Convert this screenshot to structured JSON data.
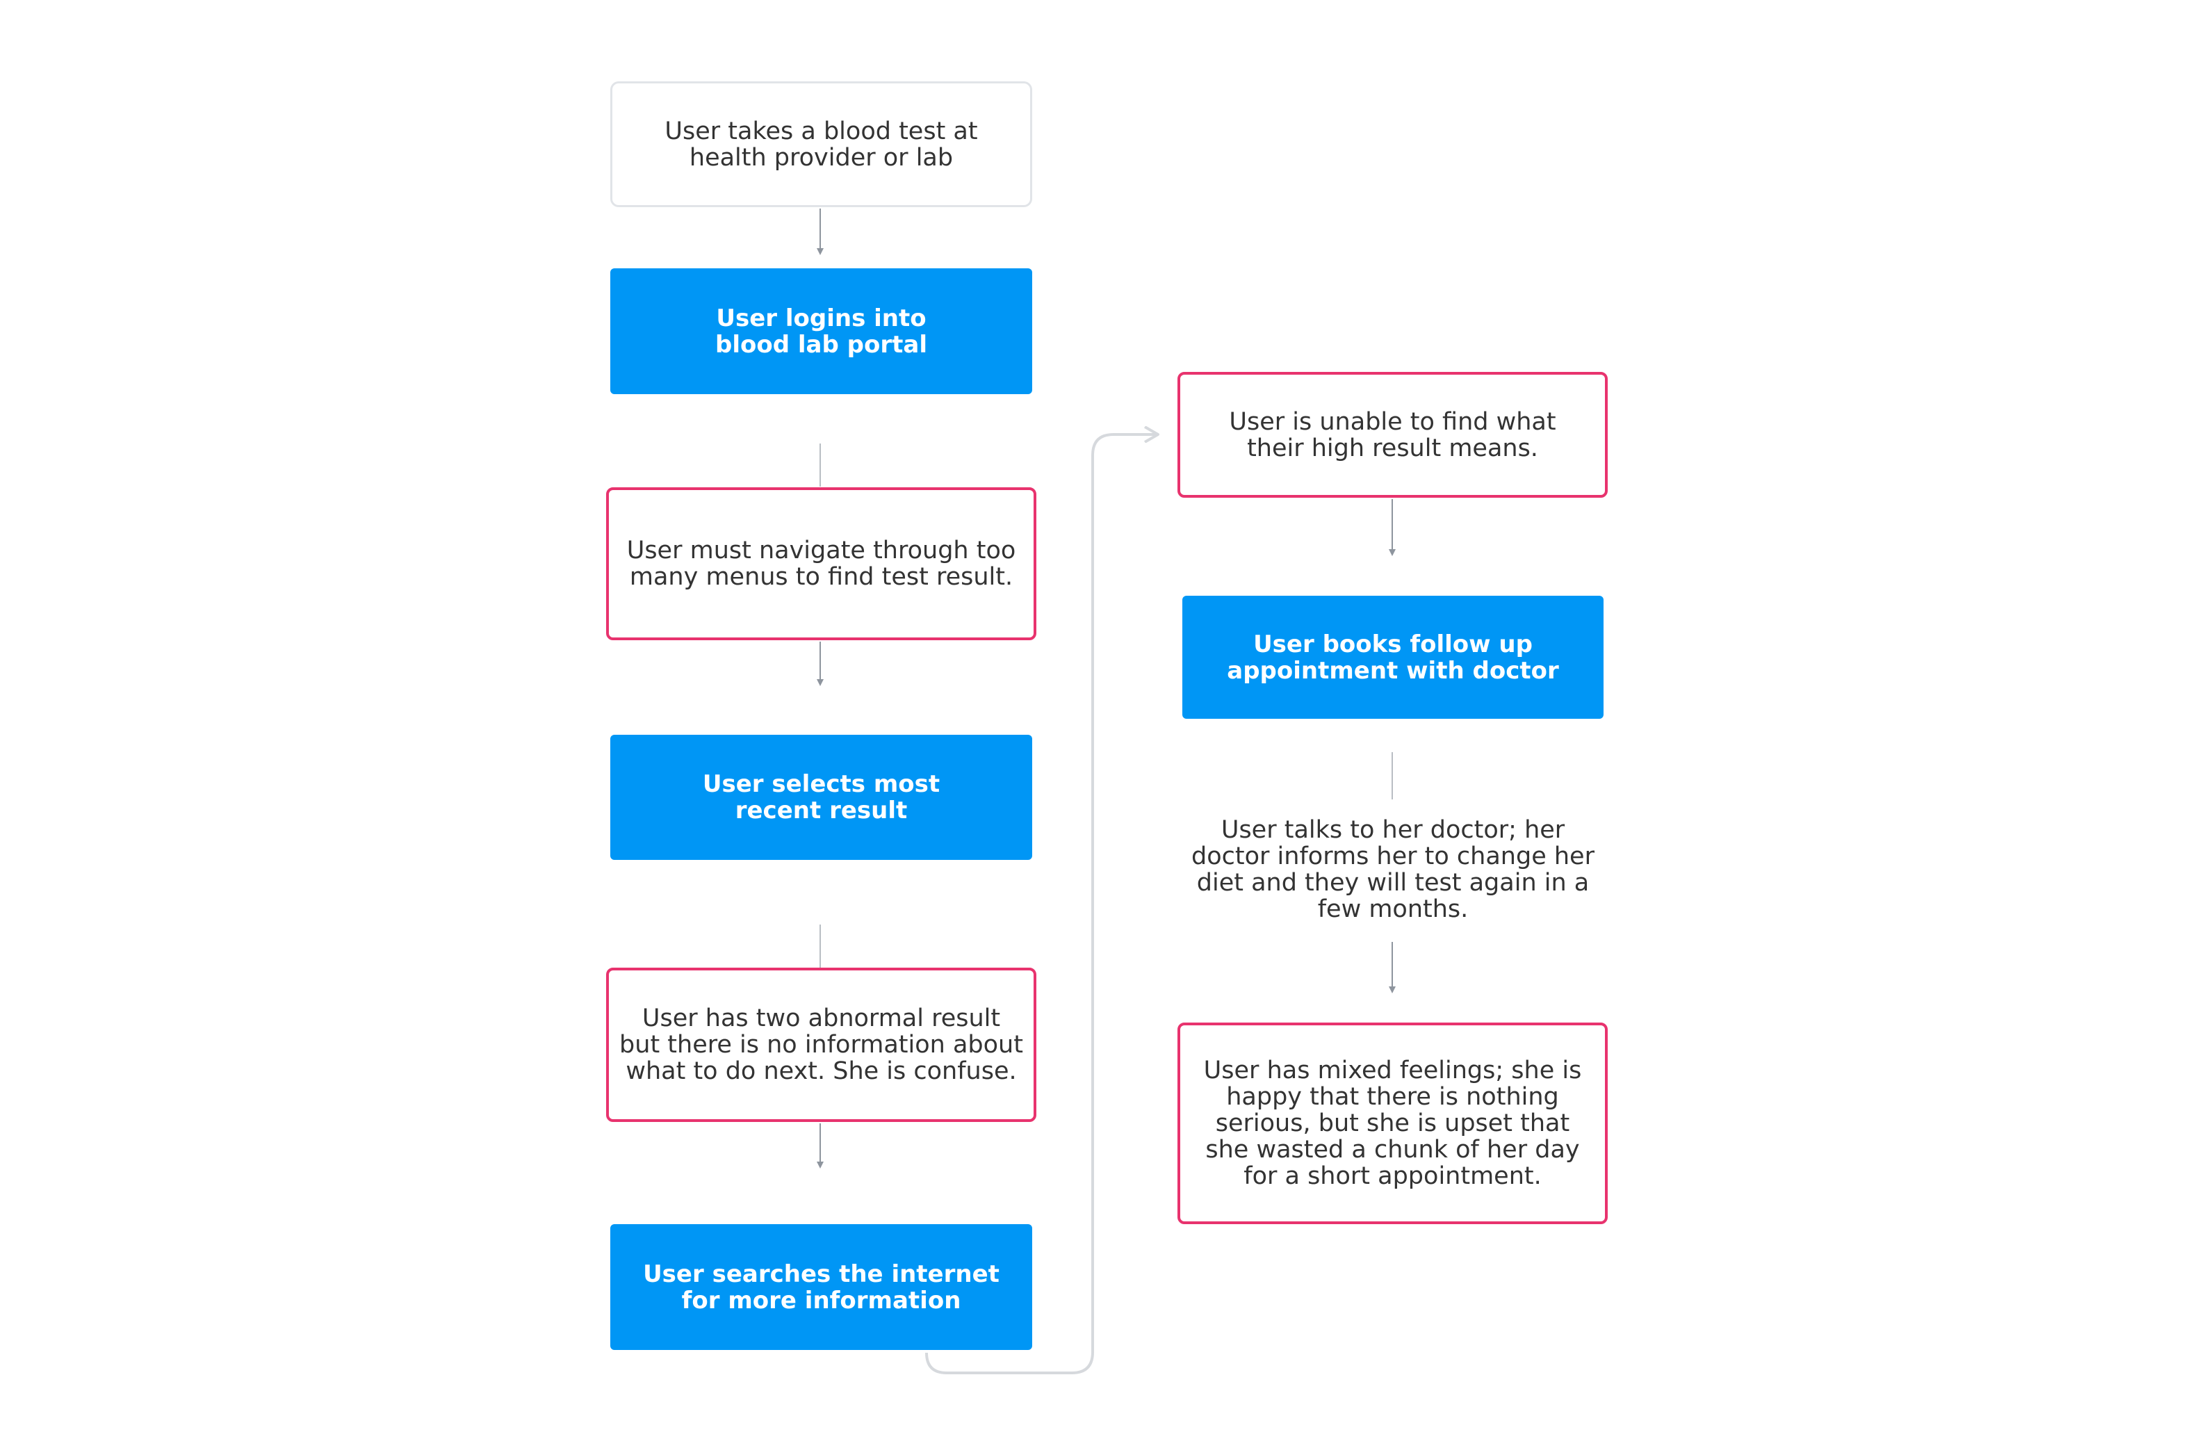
{
  "colors": {
    "action": "#0096f5",
    "pain_border": "#e8336e",
    "neutral_border": "#e1e4e8",
    "arrow": "#8e959e",
    "loop_line": "#d6d9dd"
  },
  "steps": [
    {
      "id": "blood-test",
      "type": "neutral",
      "text": "User takes a blood test at health provider or lab"
    },
    {
      "id": "login-portal",
      "type": "action",
      "text": "User logins into blood lab portal"
    },
    {
      "id": "navigate-menus",
      "type": "pain",
      "text": "User must navigate through too many menus to find test result."
    },
    {
      "id": "select-result",
      "type": "action",
      "text": "User selects most recent result"
    },
    {
      "id": "abnormal-result",
      "type": "pain",
      "text": "User has two abnormal result but there is no information about what to do next. She is confuse."
    },
    {
      "id": "search-internet",
      "type": "action",
      "text": "User searches the internet for more information"
    },
    {
      "id": "unable-find",
      "type": "pain",
      "text": "User is unable to find what their high result means."
    },
    {
      "id": "book-appointment",
      "type": "action",
      "text": "User books follow up appointment with doctor"
    },
    {
      "id": "talk-doctor",
      "type": "plain",
      "text": "User talks to her doctor; her doctor informs her to change her diet and they will test again in a few months."
    },
    {
      "id": "mixed-feelings",
      "type": "pain",
      "text": "User has mixed feelings; she is happy that there is nothing serious, but she is upset that she wasted a chunk of her day for a short appointment."
    }
  ]
}
